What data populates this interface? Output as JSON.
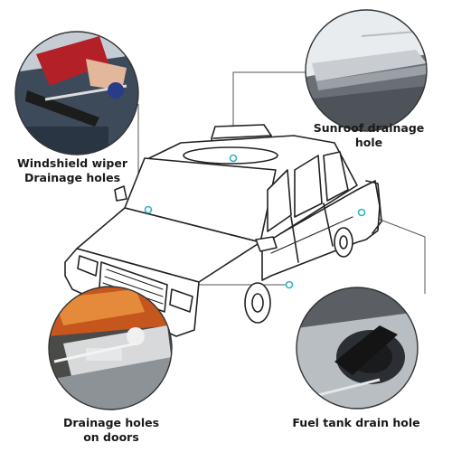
{
  "callouts": {
    "windshield": {
      "line1": "Windshield wiper",
      "line2": "Drainage holes",
      "icon": "windshield-wiper-photo"
    },
    "sunroof": {
      "line1": "Sunroof drainage",
      "line2": "hole",
      "icon": "sunroof-photo"
    },
    "doors": {
      "line1": "Drainage holes",
      "line2": "on doors",
      "icon": "door-drain-photo"
    },
    "fuel": {
      "line1": "Fuel tank drain hole",
      "icon": "fuel-cap-photo"
    }
  },
  "colors": {
    "marker": "#2fb3c5",
    "outline": "#222222",
    "leader": "#555555"
  }
}
